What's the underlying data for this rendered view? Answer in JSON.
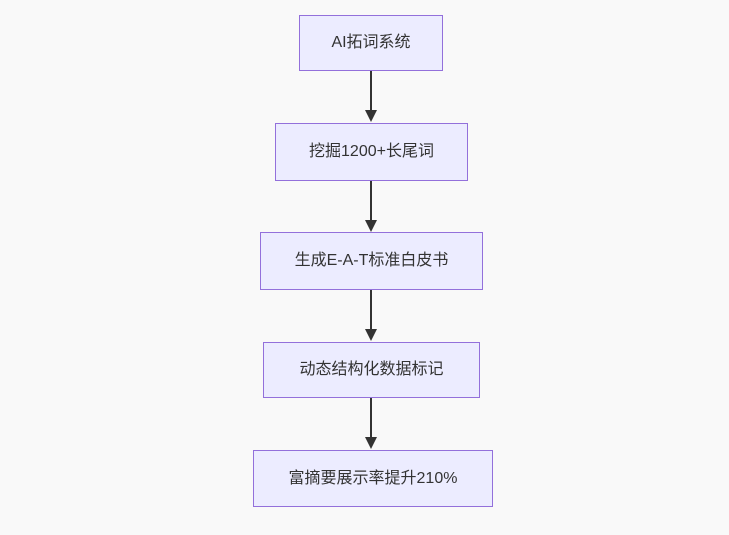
{
  "diagram": {
    "type": "flowchart",
    "direction": "top-down",
    "nodes": [
      {
        "id": "node-1",
        "label": "AI拓词系统"
      },
      {
        "id": "node-2",
        "label": "挖掘1200+长尾词"
      },
      {
        "id": "node-3",
        "label": "生成E-A-T标准白皮书"
      },
      {
        "id": "node-4",
        "label": "动态结构化数据标记"
      },
      {
        "id": "node-5",
        "label": "富摘要展示率提升210%"
      }
    ],
    "edges": [
      {
        "from": "node-1",
        "to": "node-2"
      },
      {
        "from": "node-2",
        "to": "node-3"
      },
      {
        "from": "node-3",
        "to": "node-4"
      },
      {
        "from": "node-4",
        "to": "node-5"
      }
    ],
    "colors": {
      "node_fill": "#ECECFF",
      "node_border": "#9370DB",
      "node_text": "#333333",
      "arrow": "#333333",
      "background": "#F9F9F9"
    }
  }
}
